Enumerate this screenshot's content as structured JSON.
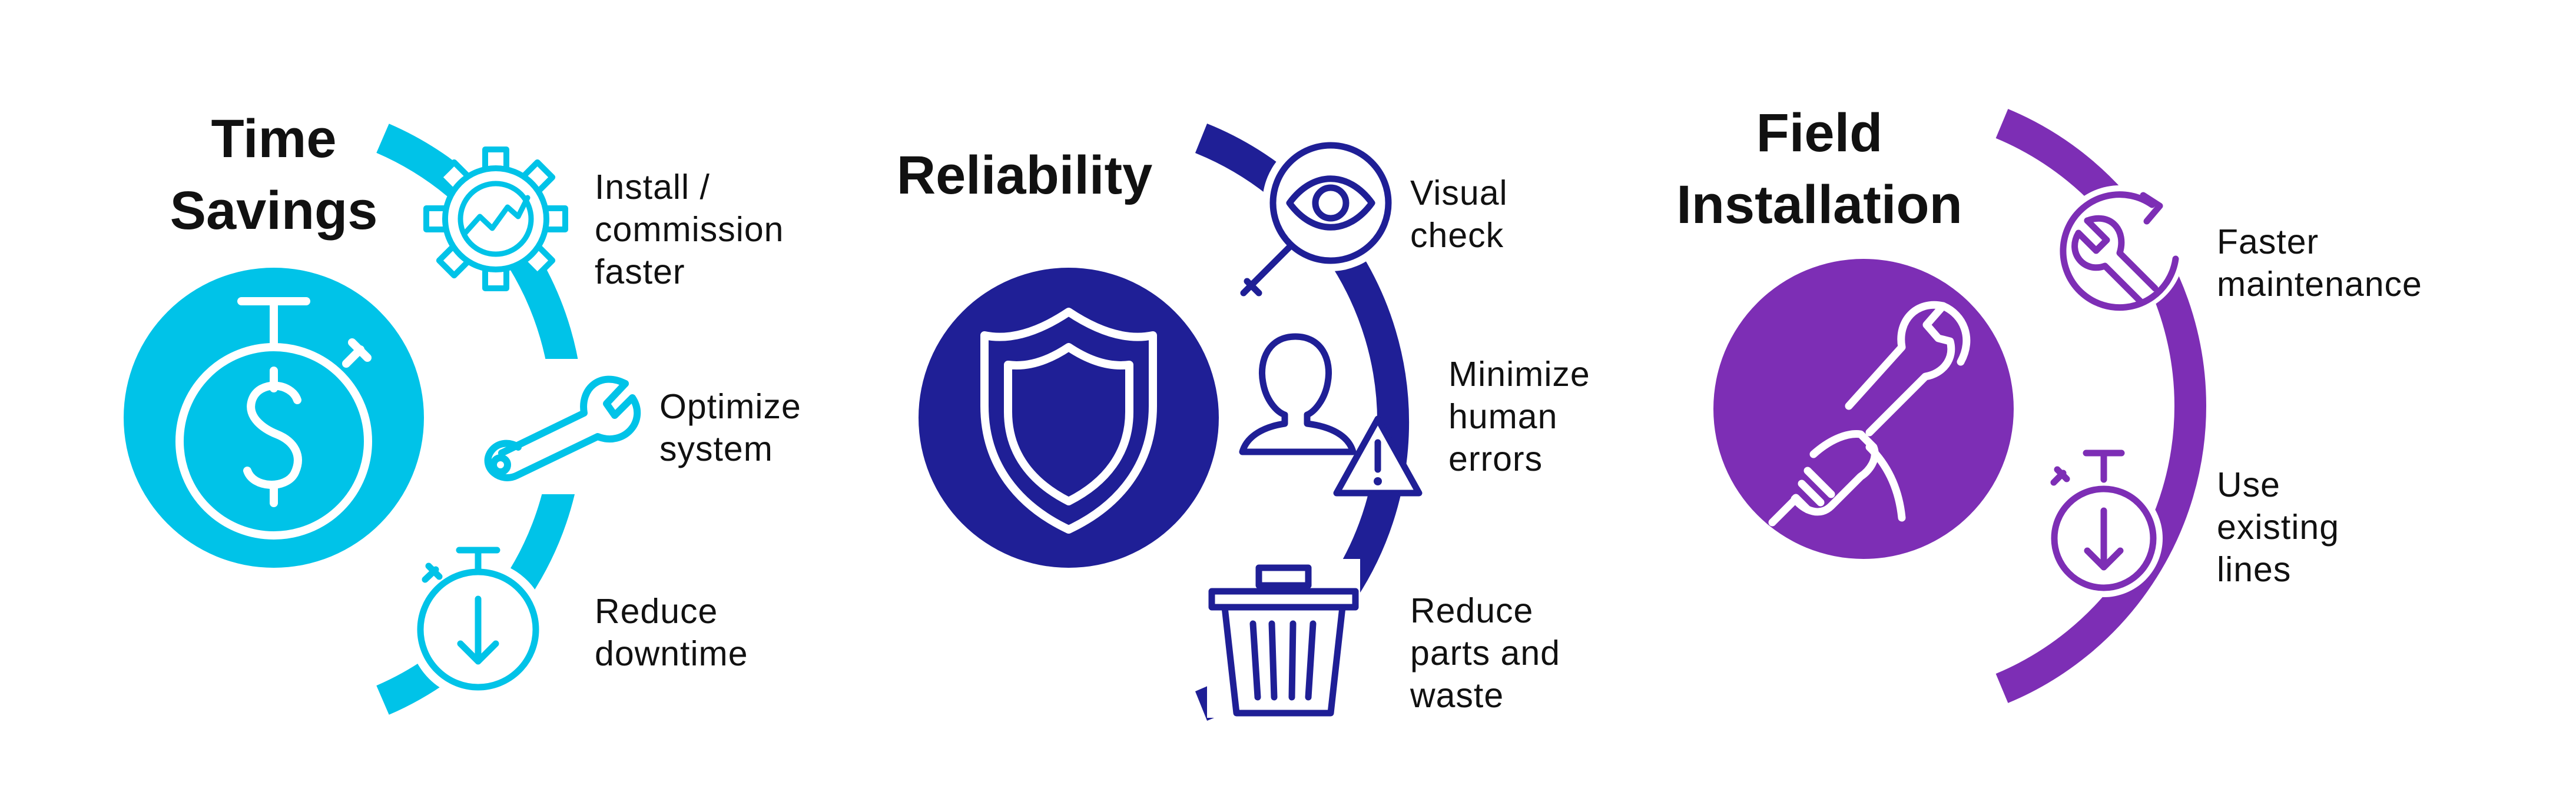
{
  "colors": {
    "cyan": "#00C3E8",
    "navy": "#1F1F96",
    "purple": "#7D2EB5",
    "text": "#111111",
    "white": "#FFFFFF"
  },
  "sections": [
    {
      "id": "time-savings",
      "title_lines": [
        "Time",
        "Savings"
      ],
      "color": "#00C3E8",
      "main_icon": "stopwatch-dollar-icon",
      "benefits": [
        {
          "icon": "gear-trend-icon",
          "lines": [
            "Install /",
            "commission",
            "faster"
          ]
        },
        {
          "icon": "wrench-icon",
          "lines": [
            "Optimize",
            "system"
          ]
        },
        {
          "icon": "stopwatch-down-icon",
          "lines": [
            "Reduce",
            "downtime"
          ]
        }
      ]
    },
    {
      "id": "reliability",
      "title_lines": [
        "Reliability"
      ],
      "color": "#1F1F96",
      "main_icon": "shield-icon",
      "benefits": [
        {
          "icon": "magnifier-eye-icon",
          "lines": [
            "Visual",
            "check"
          ]
        },
        {
          "icon": "person-warning-icon",
          "lines": [
            "Minimize",
            "human",
            "errors"
          ]
        },
        {
          "icon": "trash-icon",
          "lines": [
            "Reduce",
            "parts and",
            "waste"
          ]
        }
      ]
    },
    {
      "id": "field-installation",
      "title_lines": [
        "Field",
        "Installation"
      ],
      "color": "#7D2EB5",
      "main_icon": "hand-wrench-icon",
      "benefits": [
        {
          "icon": "wrench-cycle-icon",
          "lines": [
            "Faster",
            "maintenance"
          ]
        },
        {
          "icon": "stopwatch-down-icon",
          "lines": [
            "Use",
            "existing",
            "lines"
          ]
        }
      ]
    }
  ]
}
